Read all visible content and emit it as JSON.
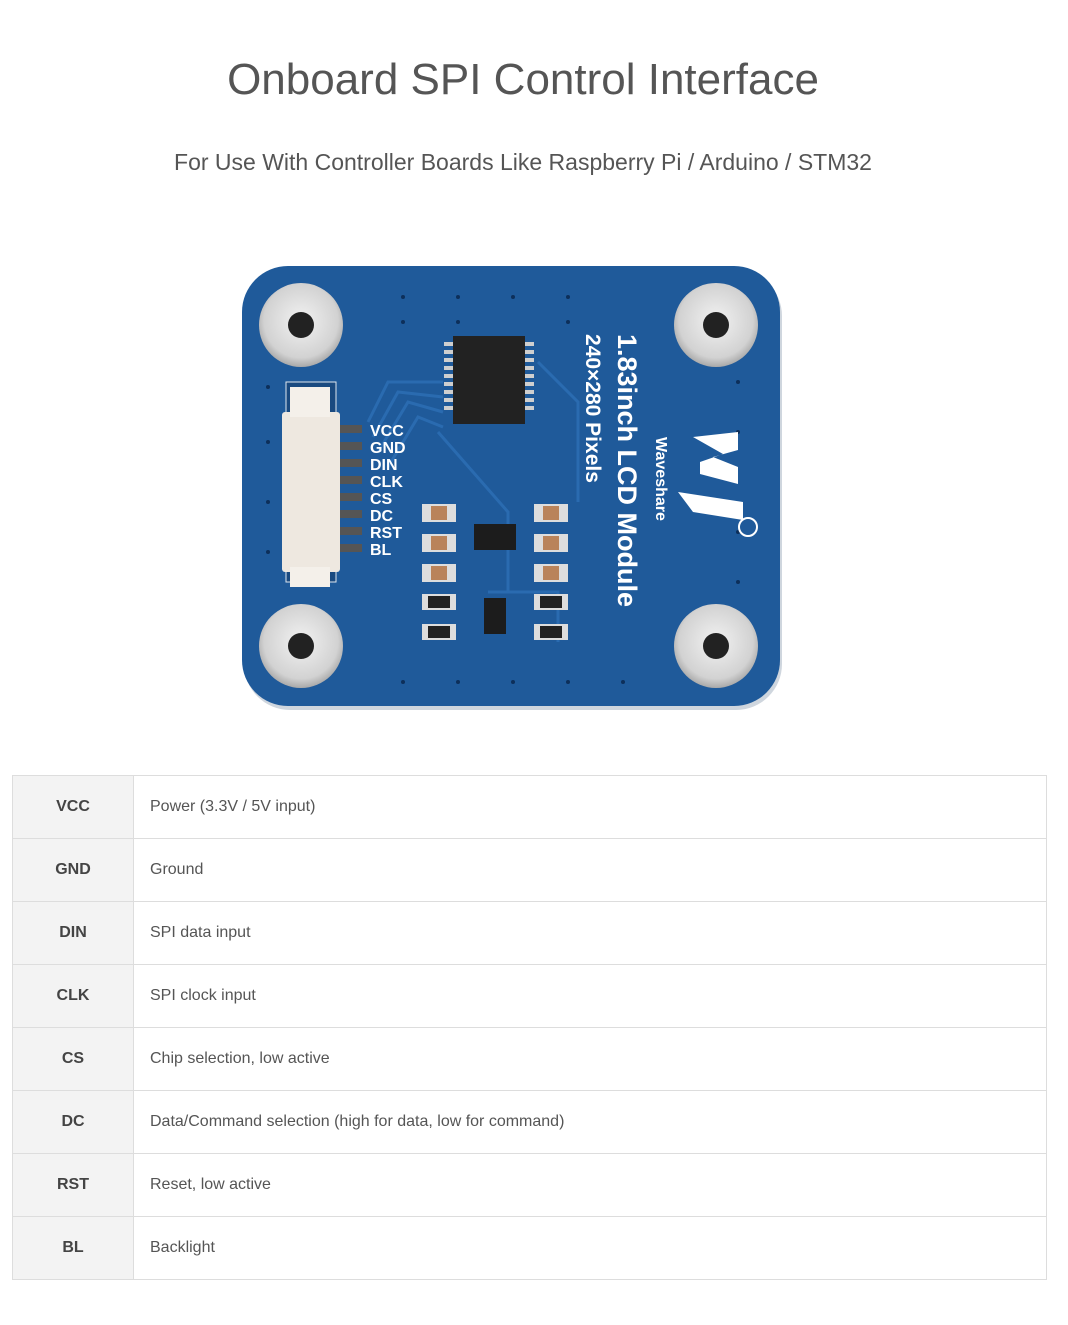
{
  "header": {
    "title": "Onboard SPI Control Interface",
    "subtitle": "For Use With Controller Boards Like Raspberry Pi / Arduino / STM32"
  },
  "board": {
    "model_text": "1.83inch LCD Module",
    "resolution_text": "240×280 Pixels",
    "brand_text": "Waveshare",
    "pin_labels": [
      "VCC",
      "GND",
      "DIN",
      "CLK",
      "CS",
      "DC",
      "RST",
      "BL"
    ],
    "pcb_color": "#1f5a9a"
  },
  "pins": [
    {
      "pin": "VCC",
      "description": "Power (3.3V / 5V input)"
    },
    {
      "pin": "GND",
      "description": "Ground"
    },
    {
      "pin": "DIN",
      "description": "SPI data input"
    },
    {
      "pin": "CLK",
      "description": "SPI clock input"
    },
    {
      "pin": "CS",
      "description": "Chip selection, low active"
    },
    {
      "pin": "DC",
      "description": "Data/Command selection (high for data, low for command)"
    },
    {
      "pin": "RST",
      "description": "Reset, low active"
    },
    {
      "pin": "BL",
      "description": "Backlight"
    }
  ]
}
